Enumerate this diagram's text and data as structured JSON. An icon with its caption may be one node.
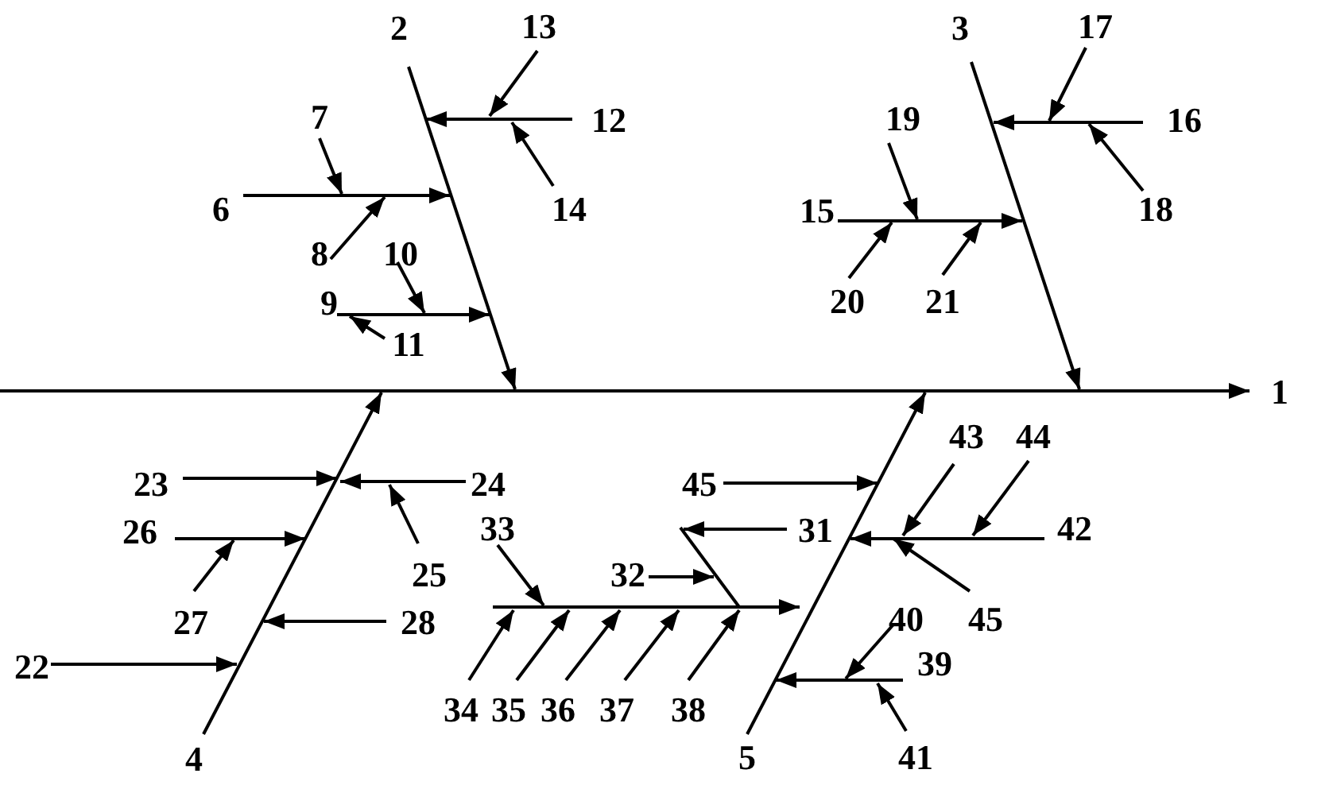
{
  "diagram": {
    "labels": [
      "2",
      "13",
      "3",
      "17",
      "7",
      "12",
      "19",
      "16",
      "6",
      "14",
      "15",
      "18",
      "8",
      "10",
      "9",
      "20",
      "21",
      "11",
      "1",
      "43",
      "44",
      "23",
      "24",
      "45",
      "26",
      "33",
      "31",
      "42",
      "25",
      "32",
      "27",
      "28",
      "40",
      "45",
      "22",
      "39",
      "34",
      "35",
      "36",
      "37",
      "38",
      "4",
      "5",
      "41"
    ]
  }
}
